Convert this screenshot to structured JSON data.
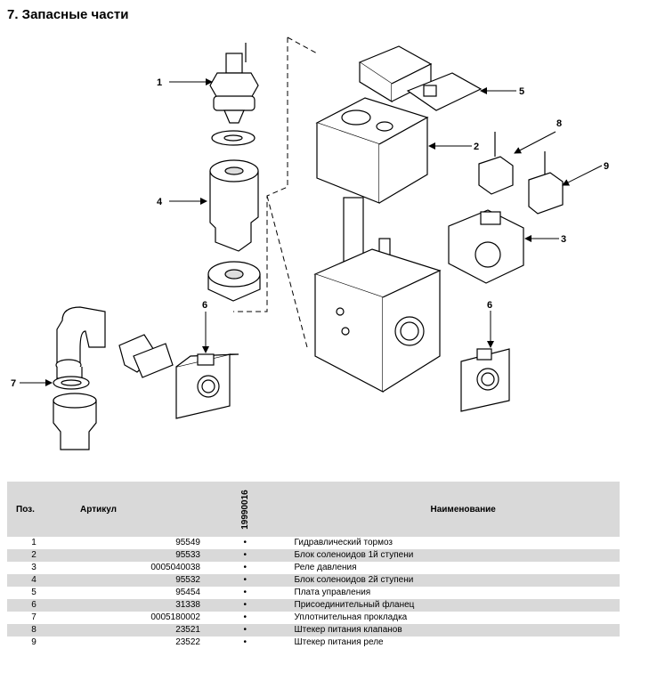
{
  "title": "7.  Запасные части",
  "callouts": [
    "1",
    "2",
    "3",
    "4",
    "5",
    "6",
    "6",
    "7",
    "8",
    "9"
  ],
  "table": {
    "headers": {
      "pos": "Поз.",
      "article": "Артикул",
      "model": "19990016",
      "name": "Наименование"
    },
    "rows": [
      {
        "pos": "1",
        "article": "95549",
        "mark": "•",
        "name": "Гидравлический тормоз"
      },
      {
        "pos": "2",
        "article": "95533",
        "mark": "•",
        "name": "Блок соленоидов 1й ступени"
      },
      {
        "pos": "3",
        "article": "0005040038",
        "mark": "•",
        "name": "Реле давления"
      },
      {
        "pos": "4",
        "article": "95532",
        "mark": "•",
        "name": "Блок соленоидов 2й ступени"
      },
      {
        "pos": "5",
        "article": "95454",
        "mark": "•",
        "name": "Плата управления"
      },
      {
        "pos": "6",
        "article": "31338",
        "mark": "•",
        "name": "Присоединительный фланец"
      },
      {
        "pos": "7",
        "article": "0005180002",
        "mark": "•",
        "name": "Уплотнительная прокладка"
      },
      {
        "pos": "8",
        "article": "23521",
        "mark": "•",
        "name": "Штекер питания клапанов"
      },
      {
        "pos": "9",
        "article": "23522",
        "mark": "•",
        "name": "Штекер питания реле"
      }
    ]
  }
}
